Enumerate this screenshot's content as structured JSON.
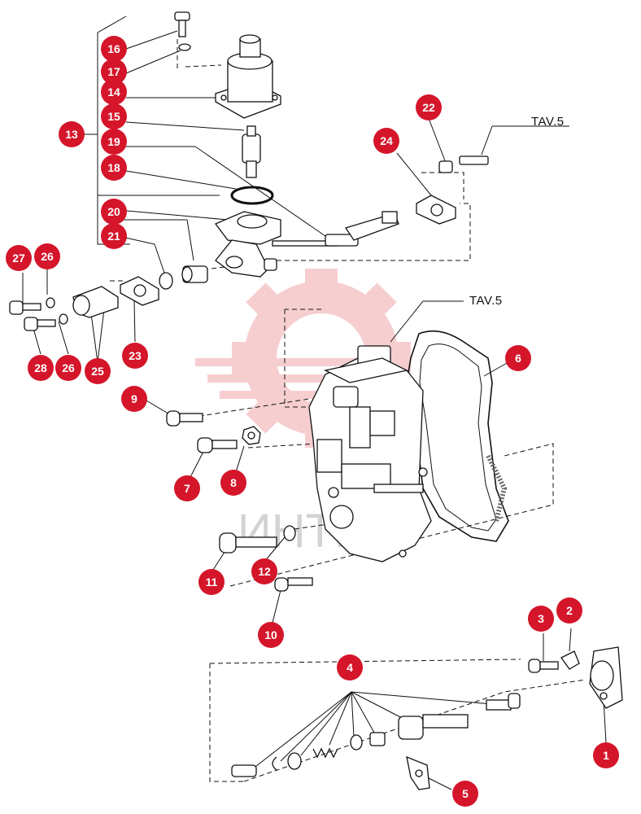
{
  "references": {
    "top": "TAV.5",
    "middle": "TAV.5"
  },
  "watermark": "ИНТЕХ",
  "callout_color": "#d4152a",
  "callouts": [
    "1",
    "2",
    "3",
    "4",
    "5",
    "6",
    "7",
    "8",
    "9",
    "10",
    "11",
    "12",
    "13",
    "14",
    "15",
    "16",
    "17",
    "18",
    "19",
    "20",
    "21",
    "22",
    "23",
    "24",
    "25",
    "26",
    "26",
    "27",
    "28"
  ]
}
